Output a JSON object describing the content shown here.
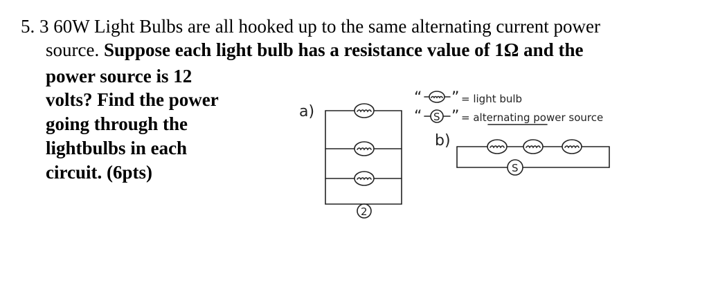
{
  "question": {
    "number": "5.",
    "line1_rest": "3 60W Light Bulbs are all hooked up to the same alternating current power",
    "line2_regular": "source.",
    "line2_bold": "Suppose each light bulb has a resistance value of 1Ω and the",
    "line3": "power source is 12",
    "line4": "volts? Find the power",
    "line5": "going through the",
    "line6": "lightbulbs in each",
    "line7": "circuit. (6pts)"
  },
  "sketch": {
    "label_a": "a)",
    "label_b": "b)",
    "legend_quote_open": "“",
    "legend_quote_close": "”",
    "legend_bulb_text": "= light bulb",
    "legend_source_text": "= alternating power source",
    "source_symbol": "S",
    "circuit_a_source_symbol": "2"
  }
}
